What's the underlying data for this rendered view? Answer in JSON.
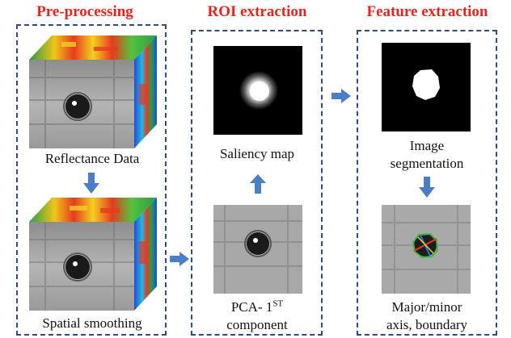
{
  "stages": {
    "preprocessing": {
      "title": "Pre-processing",
      "top_label": "Reflectance Data",
      "bottom_label": "Spatial smoothing"
    },
    "roi": {
      "title": "ROI extraction",
      "top_label": "Saliency map",
      "bottom_label_main": "PCA- 1",
      "bottom_label_sup": "ST",
      "bottom_label_line2": "component"
    },
    "feature": {
      "title": "Feature extraction",
      "top_label_line1": "Image",
      "top_label_line2": "segmentation",
      "bottom_label_line1": "Major/minor",
      "bottom_label_line2": "axis, boundary"
    }
  },
  "colors": {
    "title_red": "#e8231b",
    "panel_border": "#2f4c7f",
    "arrow_blue": "#4a7fc8"
  }
}
